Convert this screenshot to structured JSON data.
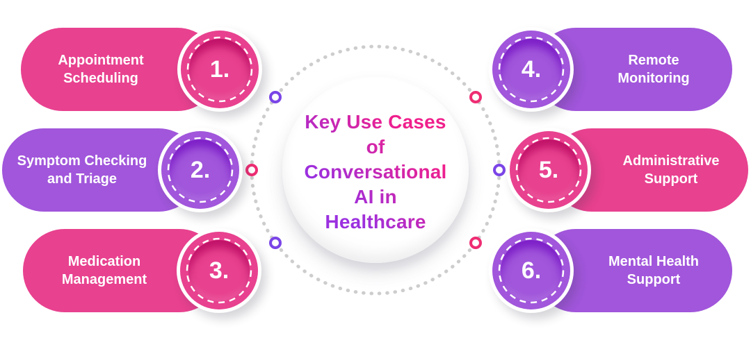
{
  "title": {
    "text": "Key Use Cases of Conversational AI in Healthcare",
    "lines": [
      "Key Use Cases",
      "of",
      "Conversational",
      "AI in",
      "Healthcare"
    ]
  },
  "items": [
    {
      "number": "1.",
      "label": "Appointment Scheduling",
      "lines": [
        "Appointment",
        "Scheduling"
      ],
      "color": "pink",
      "side": "left"
    },
    {
      "number": "2.",
      "label": "Symptom Checking and Triage",
      "lines": [
        "Symptom Checking",
        "and Triage"
      ],
      "color": "purple",
      "side": "left"
    },
    {
      "number": "3.",
      "label": "Medication Management",
      "lines": [
        "Medication",
        "Management"
      ],
      "color": "pink",
      "side": "left"
    },
    {
      "number": "4.",
      "label": "Remote Monitoring",
      "lines": [
        "Remote",
        "Monitoring"
      ],
      "color": "purple",
      "side": "right"
    },
    {
      "number": "5.",
      "label": "Administrative Support",
      "lines": [
        "Administrative",
        "Support"
      ],
      "color": "pink",
      "side": "right"
    },
    {
      "number": "6.",
      "label": "Mental Health Support",
      "lines": [
        "Mental Health",
        "Support"
      ],
      "color": "purple",
      "side": "right"
    }
  ],
  "connectors": [
    {
      "position": "top-left",
      "color": "#7B45E7"
    },
    {
      "position": "top-right",
      "color": "#EE2D73"
    },
    {
      "position": "middle-left",
      "color": "#EE2D73"
    },
    {
      "position": "middle-right",
      "color": "#7B45E7"
    },
    {
      "position": "bottom-left",
      "color": "#7B45E7"
    },
    {
      "position": "bottom-right",
      "color": "#EE2D73"
    }
  ],
  "colors": {
    "pink": "#E8418F",
    "pink-dark": "#C01268",
    "purple": "#A156DB",
    "purple-dark": "#7D1FC8",
    "title-purple": "#9B30DF",
    "title-pink": "#F01F8C",
    "dot-gray": "#CDCDCD",
    "text-white": "#FFFFFF"
  }
}
